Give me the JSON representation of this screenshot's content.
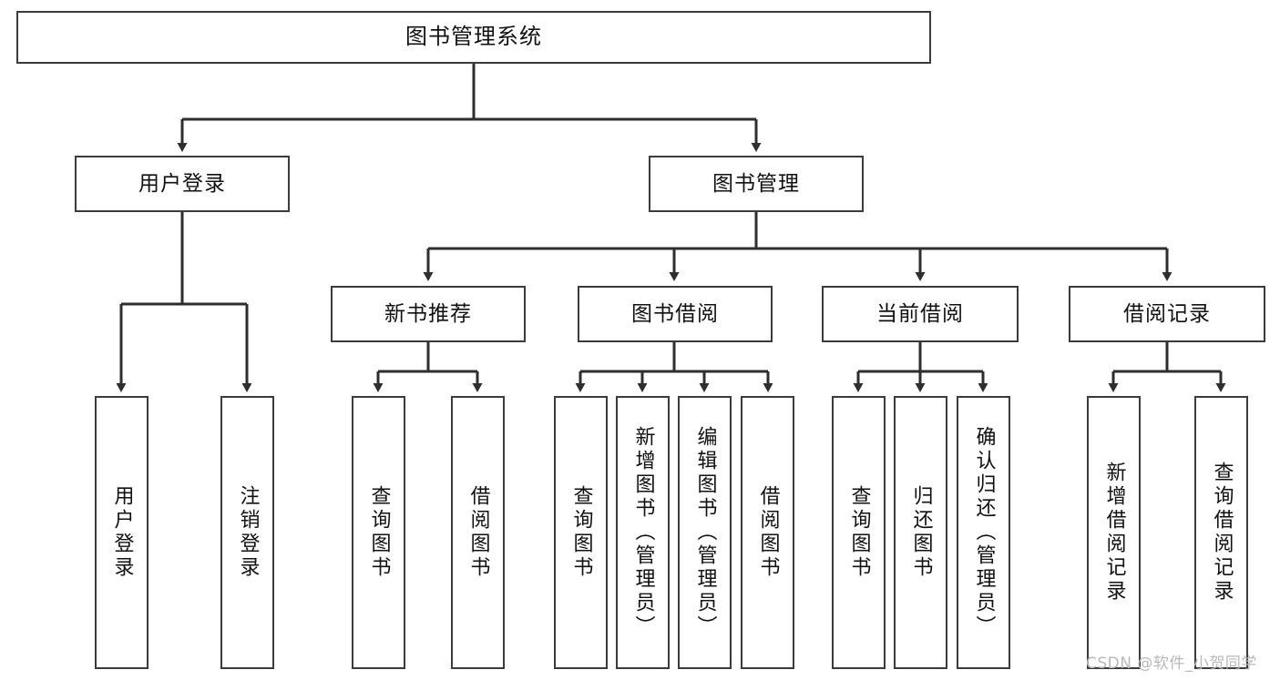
{
  "diagram": {
    "title": "图书管理系统",
    "type": "tree",
    "watermark": "CSDN @软件_小贺同学",
    "colors": {
      "box_border": "#3b3b3b",
      "box_fill": "#ffffff",
      "edge": "#2e2e2e",
      "watermark": "#b9b9b9",
      "background": "#ffffff"
    },
    "root": {
      "label": "图书管理系统"
    },
    "level1": [
      {
        "label": "用户登录"
      },
      {
        "label": "图书管理"
      }
    ],
    "level2": [
      {
        "label": "新书推荐"
      },
      {
        "label": "图书借阅"
      },
      {
        "label": "当前借阅"
      },
      {
        "label": "借阅记录"
      }
    ],
    "leaves": {
      "user_login": [
        {
          "label": "用户登录"
        },
        {
          "label": "注销登录"
        }
      ],
      "new_book_recommend": [
        {
          "label": "查询图书"
        },
        {
          "label": "借阅图书"
        }
      ],
      "book_borrow": [
        {
          "label": "查询图书"
        },
        {
          "label": "新增图书（管理员）"
        },
        {
          "label": "编辑图书（管理员）"
        },
        {
          "label": "借阅图书"
        }
      ],
      "current_borrow": [
        {
          "label": "查询图书"
        },
        {
          "label": "归还图书"
        },
        {
          "label": "确认归还（管理员）"
        }
      ],
      "borrow_record": [
        {
          "label": "新增借阅记录"
        },
        {
          "label": "查询借阅记录"
        }
      ]
    }
  }
}
